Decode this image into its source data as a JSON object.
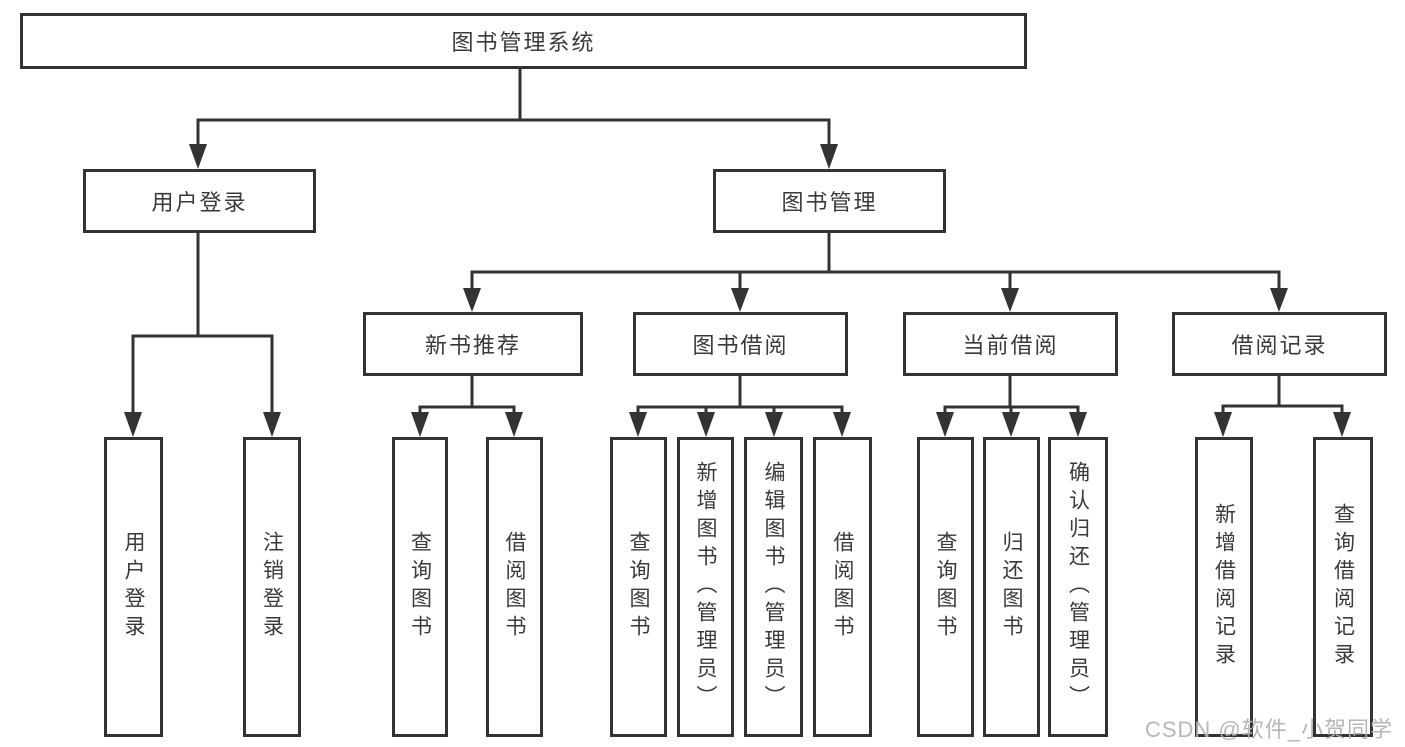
{
  "colors": {
    "line": "#333333",
    "text": "#3a3a3a",
    "background": "#ffffff",
    "watermark": "#b2b2b2"
  },
  "watermark": {
    "text": "CSDN @软件_小贺同学"
  },
  "tree": {
    "label": "图书管理系统",
    "children": [
      {
        "label": "用户登录",
        "children": [
          {
            "label": "用户登录"
          },
          {
            "label": "注销登录"
          }
        ]
      },
      {
        "label": "图书管理",
        "children": [
          {
            "label": "新书推荐",
            "children": [
              {
                "label": "查询图书"
              },
              {
                "label": "借阅图书"
              }
            ]
          },
          {
            "label": "图书借阅",
            "children": [
              {
                "label": "查询图书"
              },
              {
                "label": "新增图书（管理员）"
              },
              {
                "label": "编辑图书（管理员）"
              },
              {
                "label": "借阅图书"
              }
            ]
          },
          {
            "label": "当前借阅",
            "children": [
              {
                "label": "查询图书"
              },
              {
                "label": "归还图书"
              },
              {
                "label": "确认归还（管理员）"
              }
            ]
          },
          {
            "label": "借阅记录",
            "children": [
              {
                "label": "新增借阅记录"
              },
              {
                "label": "查询借阅记录"
              }
            ]
          }
        ]
      }
    ]
  }
}
